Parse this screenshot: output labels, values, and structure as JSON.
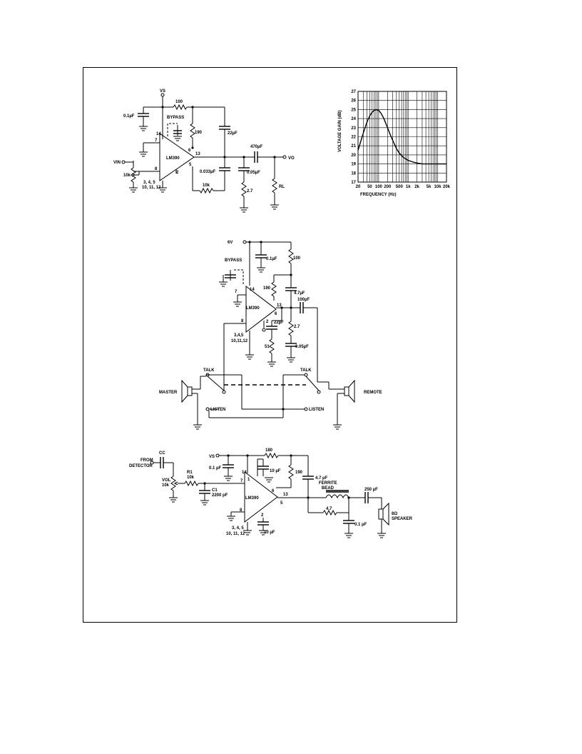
{
  "circuit1": {
    "vs": "VS",
    "r100": "100",
    "cap01": "0.1µF",
    "bypass": "BYPASS",
    "r10k": "10k",
    "vin": "VIN",
    "chip": "LM390",
    "r190": "190",
    "c22": "22µF",
    "c470": "470µF",
    "vo": "VO",
    "c0033": "0.033µF",
    "c005": "0.05µF",
    "r27": "2.7",
    "rl": "RL",
    "r10kfb": "10k",
    "pin14": "14",
    "pin7": "7",
    "pin8": "8",
    "pin2": "2",
    "pin13": "13",
    "pin6": "6",
    "pin5": "5",
    "gndpins": "3, 4, 5",
    "gndpins2": "10, 11, 12"
  },
  "chart_data": {
    "type": "line",
    "title": "",
    "xlabel": "FREQUENCY (Hz)",
    "ylabel": "VOLTAGE GAIN (dB)",
    "x_scale": "log",
    "x_tick_labels": [
      "20",
      "50",
      "100",
      "200",
      "500",
      "1k",
      "2k",
      "5k",
      "10k",
      "20k"
    ],
    "x_tick_values": [
      20,
      50,
      100,
      200,
      500,
      1000,
      2000,
      5000,
      10000,
      20000
    ],
    "y_ticks": [
      17,
      18,
      19,
      20,
      21,
      22,
      23,
      24,
      25,
      26,
      27
    ],
    "ylim": [
      17,
      27
    ],
    "grid": true,
    "series": [
      {
        "x": [
          20,
          30,
          40,
          50,
          60,
          70,
          80,
          100,
          120,
          150,
          200,
          250,
          300,
          400,
          500,
          700,
          1000,
          1500,
          2000,
          3000,
          5000,
          10000,
          20000
        ],
        "y": [
          20.5,
          22.4,
          23.6,
          24.3,
          24.7,
          24.9,
          25.0,
          24.9,
          24.6,
          24.0,
          23.0,
          22.2,
          21.6,
          20.7,
          20.2,
          19.7,
          19.4,
          19.2,
          19.1,
          19.0,
          19.0,
          19.0,
          19.0
        ]
      }
    ]
  },
  "circuit2": {
    "supply": "6V",
    "r100": "100",
    "bypass": "BYPASS",
    "cap01": "0.1µF",
    "r190": "190",
    "c47": "4.7µF",
    "chip": "LM390",
    "c100": "100µF",
    "c22": "22µF",
    "r27": "2.7",
    "r51": "51",
    "c005": "0.05µF",
    "pin7": "7",
    "pin14": "14",
    "pin8": "8",
    "pin2": "2",
    "pin6": "6",
    "pin13": "13",
    "gndpins": "3,4,5",
    "gndpins2": "10,11,12",
    "talk1": "TALK",
    "talk2": "TALK",
    "master": "MASTER",
    "remote": "REMOTE",
    "listen1": "LISTEN",
    "listen2": "LISTEN"
  },
  "circuit3": {
    "from": "FROM",
    "detector": "DETECTOR",
    "cc": "CC",
    "vs": "VS",
    "cap01": "0.1 µF",
    "r180": "180",
    "c10a": "10 µF",
    "r190": "190",
    "c47": "4.7 µF",
    "ferrite": "FERRITE",
    "bead": "BEAD",
    "c250": "250 µF",
    "vol": "VOL",
    "r10k": "10k",
    "r1": "R1",
    "r1v": "10k",
    "c1": "C1",
    "c1v": "2200 pF",
    "chip": "LM390",
    "r47": "4.7",
    "speaker": "8Ω",
    "speaker2": "SPEAKER",
    "c01b": "0.1 µF",
    "c10b": "10 µF",
    "pin14": "14",
    "pin1": "1",
    "pin7": "7",
    "pin6": "6",
    "pin13": "13",
    "pin8": "8",
    "pin2": "2",
    "pin5": "5",
    "gndpins": "3, 4, 5",
    "gndpins2": "10, 11, 12"
  }
}
